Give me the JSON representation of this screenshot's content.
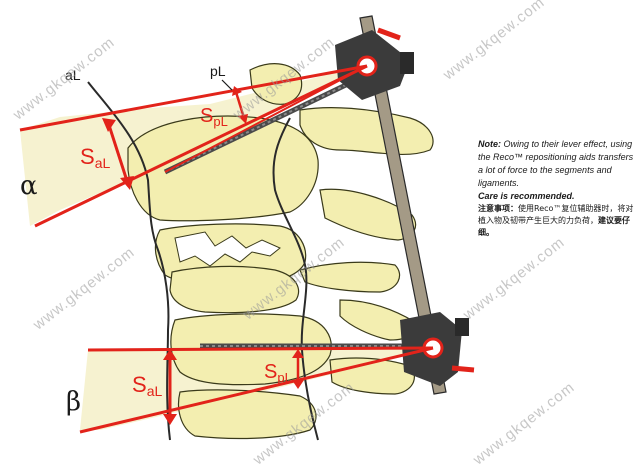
{
  "labels": {
    "alpha": "α",
    "beta": "β",
    "aL": "aL",
    "pL": "pL",
    "S_main": "S",
    "sub_aL": "aL",
    "sub_pL": "pL"
  },
  "note": {
    "en_italic_prefix": "Note:",
    "en_text": "Owing to their lever effect, using the Reco™ repositioning aids transfers a lot of force to the segments and ligaments.",
    "en_bold": "Care is recommended.",
    "zh_prefix": "注意事项：",
    "zh_text": "使用Reco™复位辅助器时，将对植入物及韧带产生巨大的力负荷，",
    "zh_bold": "建议要仔细。"
  },
  "watermark": "www.gkqew.com",
  "colors": {
    "bone": "#f3eeb0",
    "bone_stroke": "#3a3a1a",
    "red": "#e2231a",
    "rod": "#a49a86",
    "clamp": "#3b3b3b",
    "wedge_fill": "#f4f0c8"
  }
}
